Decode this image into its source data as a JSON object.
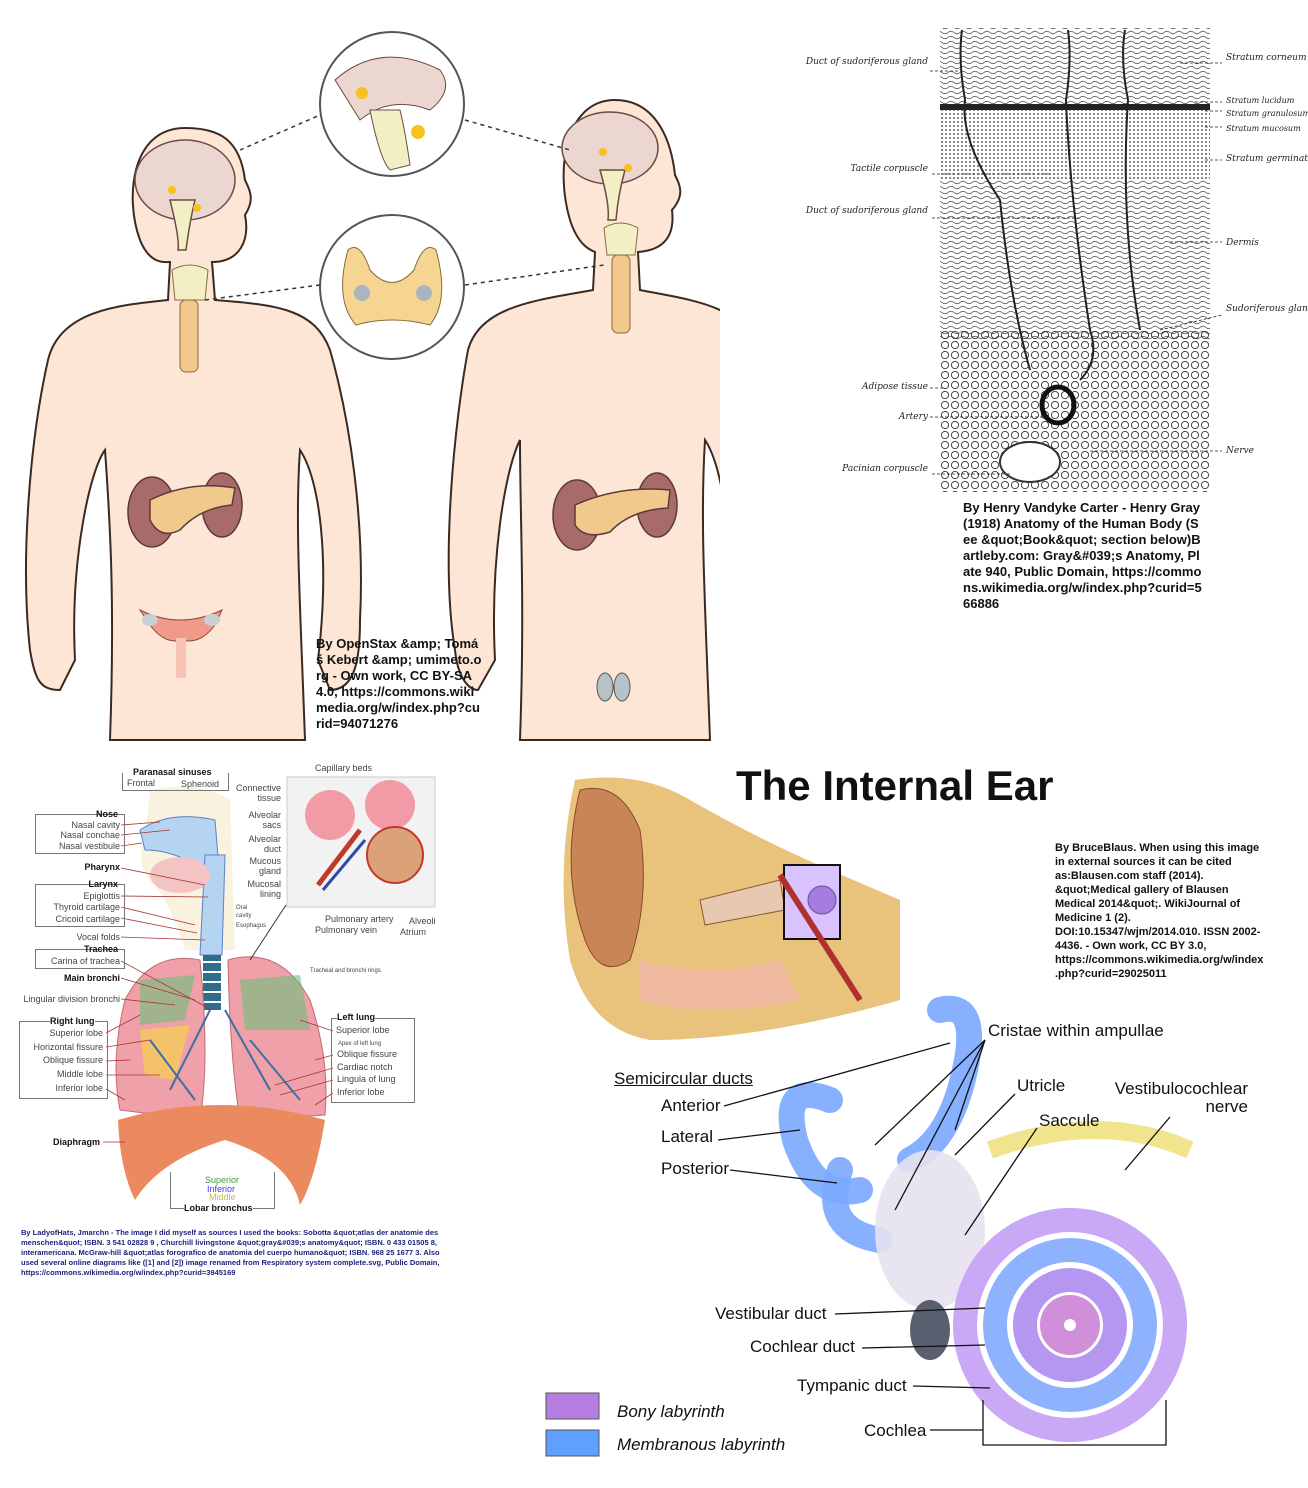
{
  "endocrine": {
    "attribution": "By OpenStax &amp; Tomáš Kebert &amp; umimeto.org - Own work, CC BY-SA 4.0, https://commons.wikimedia.org/w/index.php?curid=94071276"
  },
  "skin": {
    "left_labels": [
      "Duct of sudoriferous gland",
      "Tactile corpuscle",
      "Duct of sudoriferous gland",
      "Adipose tissue",
      "Artery",
      "Pacinian corpuscle"
    ],
    "right_labels": [
      "Stratum corneum",
      "Stratum lucidum",
      "Stratum granulosum",
      "Stratum mucosum",
      "Stratum germinativum",
      "Dermis",
      "Sudoriferous gland",
      "Nerve"
    ],
    "attribution": "By Henry Vandyke Carter - Henry Gray (1918) Anatomy of the Human Body (See &quot;Book&quot; section below)Bartleby.com: Gray&#039;s Anatomy, Plate 940, Public Domain, https://commons.wikimedia.org/w/index.php?curid=566886"
  },
  "respiratory": {
    "labels": {
      "paranasal_sinuses": "Paranasal sinuses",
      "frontal": "Frontal",
      "sphenoid": "Sphenoid",
      "nose": "Nose",
      "nasal_cavity": "Nasal cavity",
      "nasal_conchae": "Nasal conchae",
      "nasal_vestibule": "Nasal vestibule",
      "pharynx": "Pharynx",
      "larynx": "Larynx",
      "epiglottis": "Epiglottis",
      "thyroid_cartilage": "Thyroid cartilage",
      "cricoid_cartilage": "Cricoid cartilage",
      "vocal_folds": "Vocal folds",
      "trachea": "Trachea",
      "carina": "Carina of trachea",
      "main_bronchi": "Main bronchi",
      "lingular": "Lingular division bronchi",
      "capillary_beds": "Capillary beds",
      "connective_tissue": "Connective tissue",
      "alveolar_sacs": "Alveolar sacs",
      "alveolar_duct": "Alveolar duct",
      "mucous_gland": "Mucous gland",
      "mucosal_lining": "Mucosal lining",
      "oral_cavity": "Oral cavity",
      "esophagus": "Esophagus",
      "pulmonary_artery": "Pulmonary artery",
      "pulmonary_vein": "Pulmonary vein",
      "alveoli": "Alveoli",
      "atrium": "Atrium",
      "rings": "Tracheal and bronchi rings",
      "right_lung": "Right lung",
      "r_superior": "Superior lobe",
      "r_horizontal": "Horizontal fissure",
      "r_oblique": "Oblique fissure",
      "r_middle": "Middle lobe",
      "r_inferior": "Inferior lobe",
      "left_lung": "Left lung",
      "l_superior": "Superior lobe",
      "l_apex": "Apex of left lung",
      "l_oblique": "Oblique fissure",
      "l_cardiac": "Cardiac notch",
      "l_lingula": "Lingula of lung",
      "l_inferior": "Inferior lobe",
      "diaphragm": "Diaphragm",
      "superior": "Superior",
      "inferior": "Inferior",
      "middle": "Middle",
      "lobar_bronchus": "Lobar bronchus"
    },
    "attribution": "By LadyofHats, Jmarchn - The image I did myself as sources I used the books:  Sobotta &quot;atlas der anatomie des menschen&quot; ISBN. 3 541 02828 9 , Churchill livingstone &quot;gray&#039;s anatomy&quot; ISBN. 0 433 01505 8, interamericana. McGraw-hill &quot;atlas forografico de anatomia del cuerpo humano&quot; ISBN. 968 25 1677 3. Also used several online diagrams like ([1] and [2]) image renamed from Respiratory system complete.svg, Public Domain, https://commons.wikimedia.org/w/index.php?curid=3945169"
  },
  "ear": {
    "title": "The Internal Ear",
    "attribution": "By BruceBlaus. When using this image in external sources it can be cited as:Blausen.com staff (2014). &quot;Medical gallery of Blausen Medical 2014&quot;. WikiJournal of Medicine 1 (2). DOI:10.15347/wjm/2014.010. ISSN 2002-4436. - Own work, CC BY 3.0, https://commons.wikimedia.org/w/index.php?curid=29025011",
    "labels": {
      "cristae": "Cristae within ampullae",
      "semicircular": "Semicircular ducts",
      "anterior": "Anterior",
      "lateral": "Lateral",
      "posterior": "Posterior",
      "utricle": "Utricle",
      "saccule": "Saccule",
      "nerve": "Vestibulocochlear nerve",
      "vestibular_duct": "Vestibular duct",
      "cochlear_duct": "Cochlear duct",
      "tympanic_duct": "Tympanic duct",
      "cochlea": "Cochlea"
    },
    "legend": [
      {
        "label": "Bony labyrinth",
        "color": "#b57ee0"
      },
      {
        "label": "Membranous labyrinth",
        "color": "#5fa0ff"
      }
    ]
  }
}
